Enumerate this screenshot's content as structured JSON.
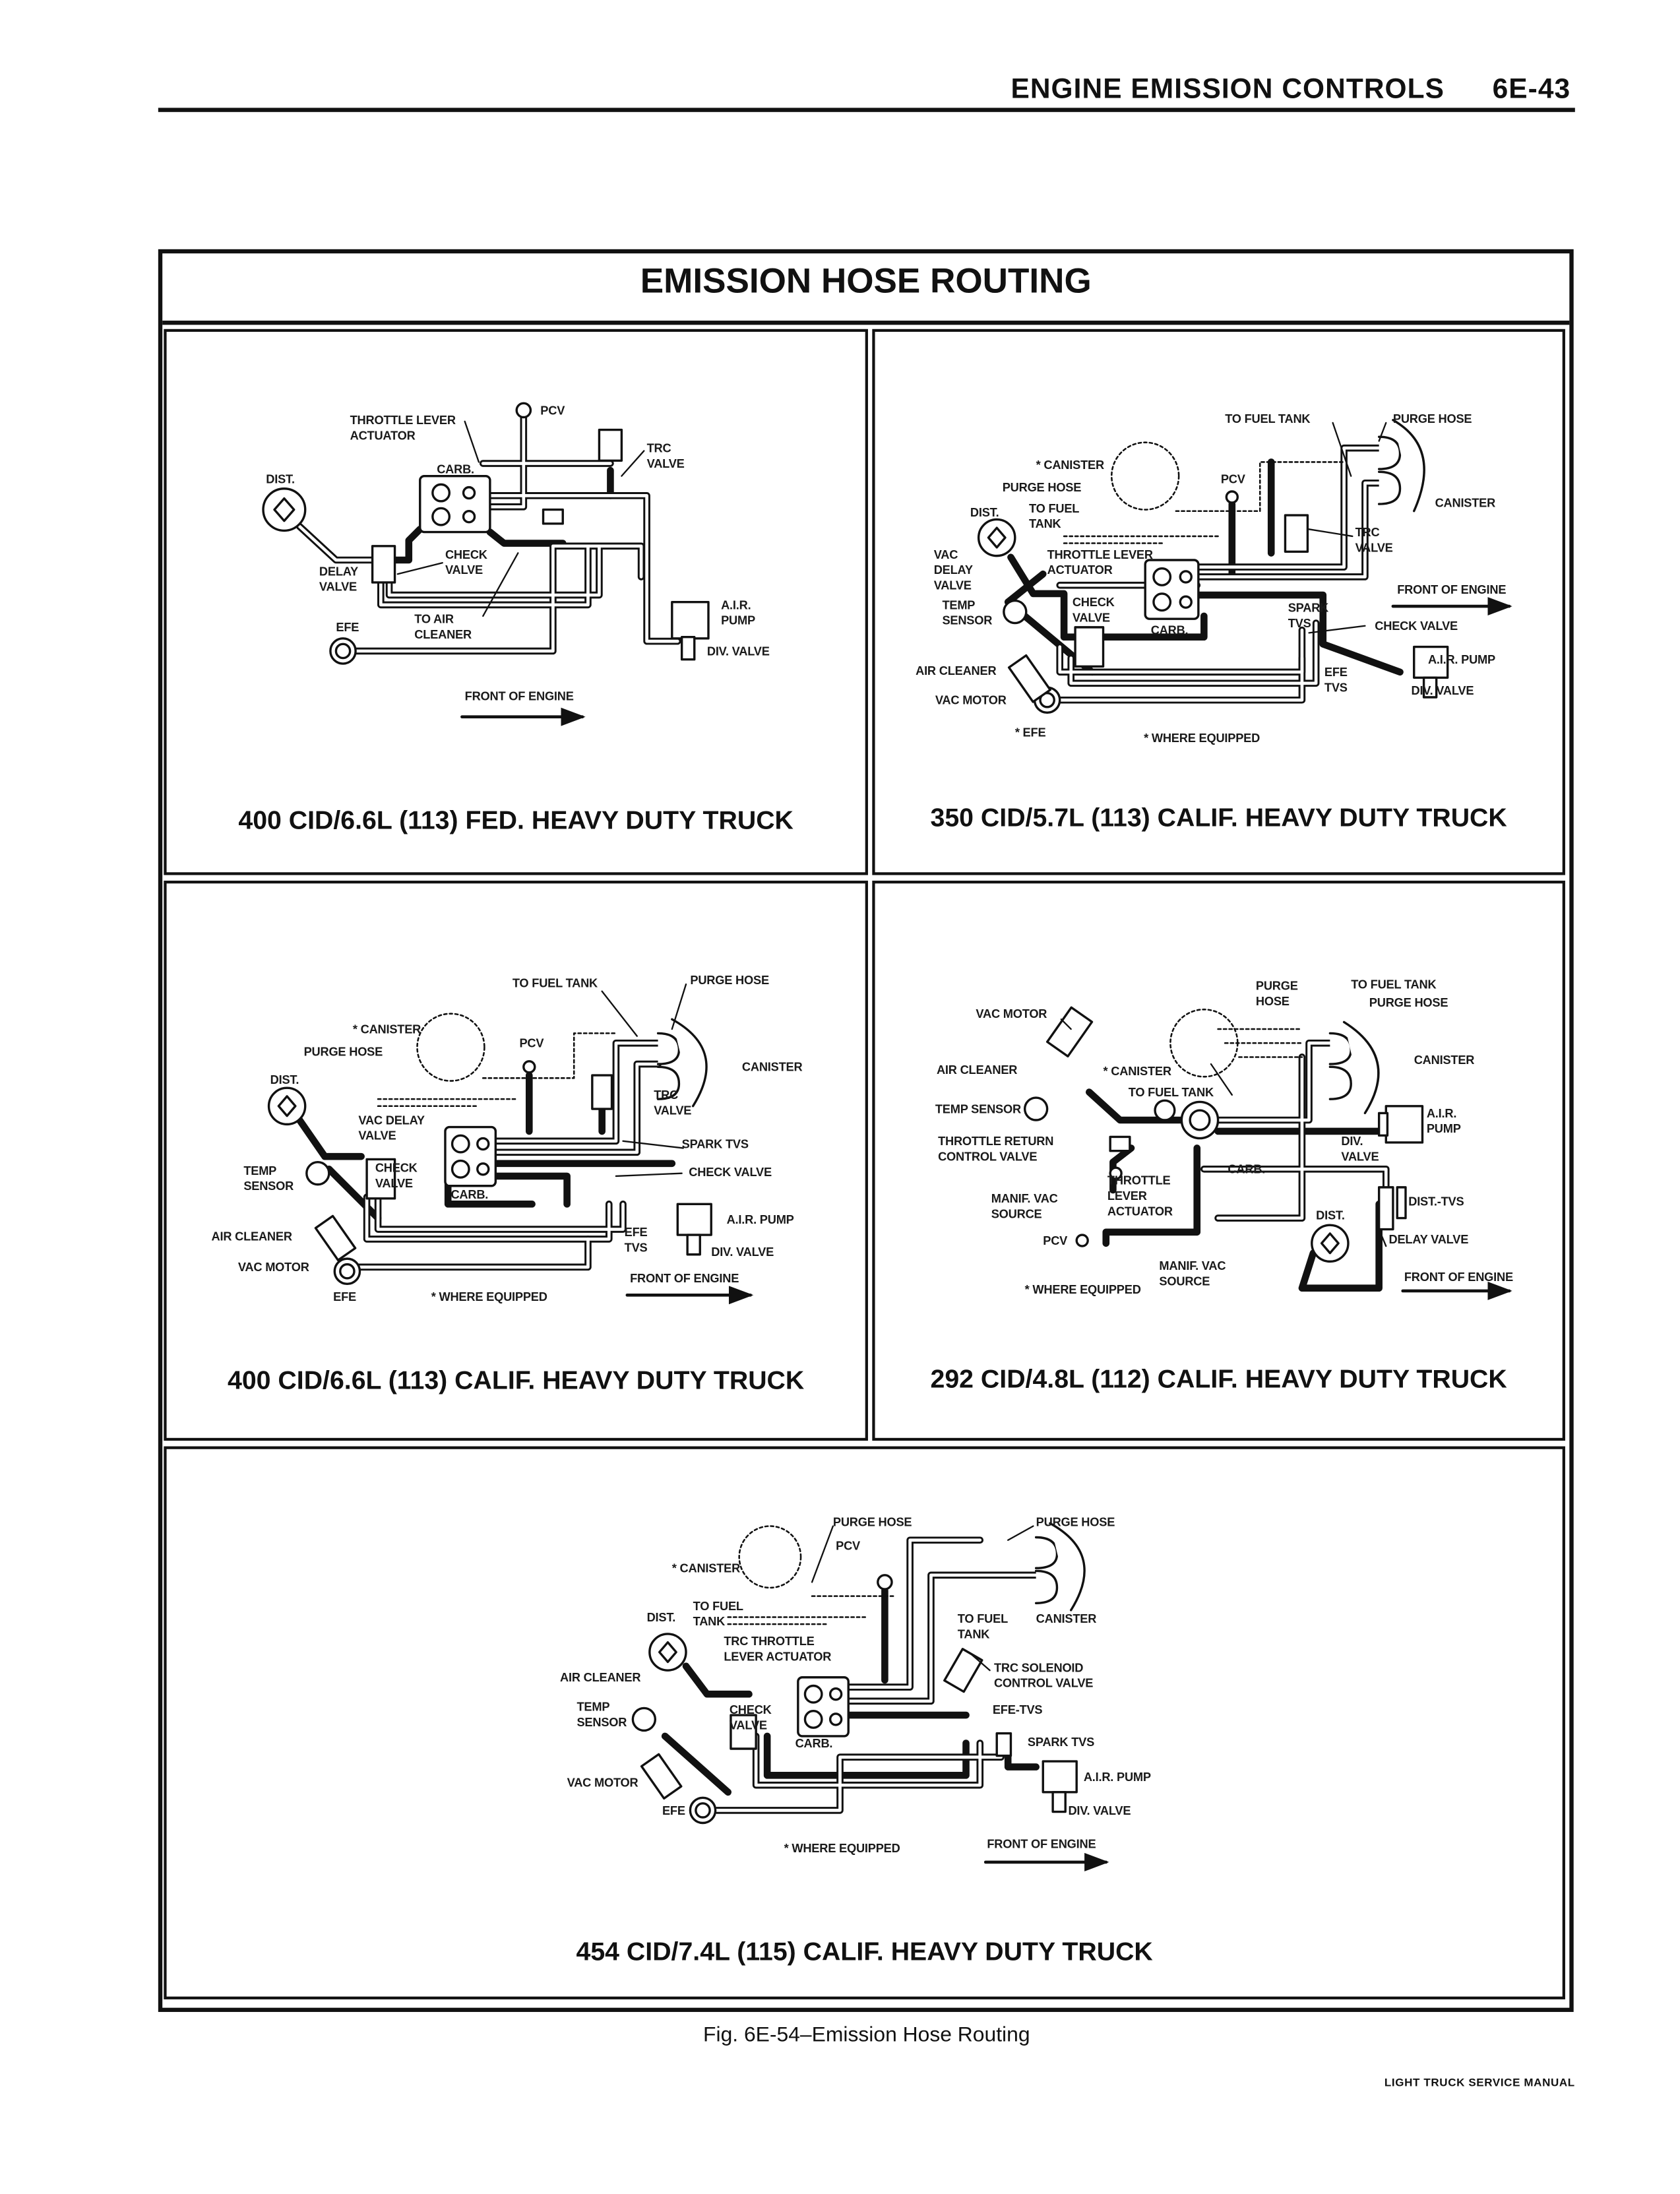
{
  "header": {
    "section": "ENGINE EMISSION CONTROLS",
    "page": "6E-43"
  },
  "title": "EMISSION HOSE ROUTING",
  "panels": [
    {
      "caption": "400 CID/6.6L (113) FED. HEAVY DUTY TRUCK",
      "labels": [
        "THROTTLE LEVER\nACTUATOR",
        "PCV",
        "TRC\nVALVE",
        "CARB.",
        "DIST.",
        "CHECK\nVALVE",
        "DELAY\nVALVE",
        "EFE",
        "TO AIR\nCLEANER",
        "A.I.R.\nPUMP",
        "DIV. VALVE",
        "FRONT OF ENGINE"
      ]
    },
    {
      "caption": "350 CID/5.7L (113) CALIF. HEAVY DUTY TRUCK",
      "labels": [
        "TO FUEL TANK",
        "PURGE HOSE",
        "* CANISTER",
        "PURGE HOSE",
        "PCV",
        "DIST.",
        "TO FUEL\nTANK",
        "CANISTER",
        "TRC\nVALVE",
        "VAC\nDELAY\nVALVE",
        "THROTTLE LEVER\nACTUATOR",
        "FRONT OF ENGINE",
        "TEMP\nSENSOR",
        "CHECK\nVALVE",
        "SPARK\nTVS",
        "CARB.",
        "CHECK VALVE",
        "AIR CLEANER",
        "A.I.R. PUMP",
        "EFE\nTVS",
        "DIV. VALVE",
        "VAC MOTOR",
        "* EFE",
        "* WHERE EQUIPPED"
      ]
    },
    {
      "caption": "400 CID/6.6L (113) CALIF. HEAVY DUTY TRUCK",
      "labels": [
        "TO FUEL TANK",
        "PURGE HOSE",
        "* CANISTER",
        "PURGE HOSE",
        "PCV",
        "CANISTER",
        "DIST.",
        "TRC\nVALVE",
        "VAC DELAY\nVALVE",
        "SPARK TVS",
        "TEMP\nSENSOR",
        "CHECK\nVALVE",
        "CHECK VALVE",
        "CARB.",
        "A.I.R. PUMP",
        "AIR CLEANER",
        "EFE\nTVS",
        "VAC MOTOR",
        "DIV. VALVE",
        "FRONT OF ENGINE",
        "EFE",
        "* WHERE EQUIPPED"
      ]
    },
    {
      "caption": "292 CID/4.8L (112) CALIF. HEAVY DUTY TRUCK",
      "labels": [
        "PURGE\nHOSE",
        "TO FUEL TANK",
        "PURGE HOSE",
        "VAC MOTOR",
        "CANISTER",
        "AIR CLEANER",
        "* CANISTER",
        "TO FUEL TANK",
        "TEMP SENSOR",
        "A.I.R.\nPUMP",
        "THROTTLE RETURN\nCONTROL VALVE",
        "DIV.\nVALVE",
        "CARB.",
        "THROTTLE\nLEVER\nACTUATOR",
        "MANIF. VAC\nSOURCE",
        "DIST.-TVS",
        "DIST.",
        "PCV",
        "DELAY VALVE",
        "MANIF. VAC\nSOURCE",
        "FRONT OF ENGINE",
        "* WHERE EQUIPPED"
      ]
    },
    {
      "caption": "454 CID/7.4L (115) CALIF. HEAVY DUTY TRUCK",
      "labels": [
        "PURGE HOSE",
        "PURGE HOSE",
        "PCV",
        "* CANISTER",
        "TO FUEL\nTANK",
        "DIST.",
        "TO FUEL\nTANK",
        "CANISTER",
        "TRC THROTTLE\nLEVER ACTUATOR",
        "AIR CLEANER",
        "TRC SOLENOID\nCONTROL VALVE",
        "TEMP\nSENSOR",
        "CHECK\nVALVE",
        "EFE-TVS",
        "CARB.",
        "SPARK TVS",
        "VAC MOTOR",
        "A.I.R. PUMP",
        "EFE",
        "DIV. VALVE",
        "* WHERE EQUIPPED",
        "FRONT OF ENGINE"
      ]
    }
  ],
  "figure_caption": "Fig. 6E-54–Emission Hose Routing",
  "footer": "LIGHT TRUCK SERVICE MANUAL"
}
